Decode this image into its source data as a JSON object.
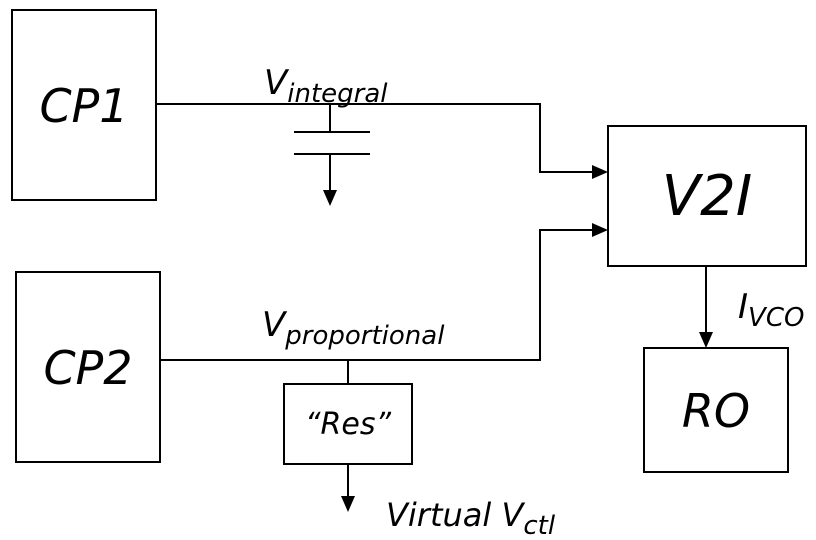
{
  "blocks": {
    "cp1": "CP1",
    "cp2": "CP2",
    "v2i": "V2I",
    "ro": "RO",
    "res": "“Res”"
  },
  "labels": {
    "v_integral": {
      "main": "V",
      "sub": "integral"
    },
    "v_proportional": {
      "main": "V",
      "sub": "proportional"
    },
    "i_vco": {
      "main": "I",
      "sub": "VCO"
    },
    "virtual_vctl": {
      "main": "Virtual V",
      "sub": "ctl"
    }
  },
  "colors": {
    "line": "#000000",
    "background": "#ffffff"
  }
}
